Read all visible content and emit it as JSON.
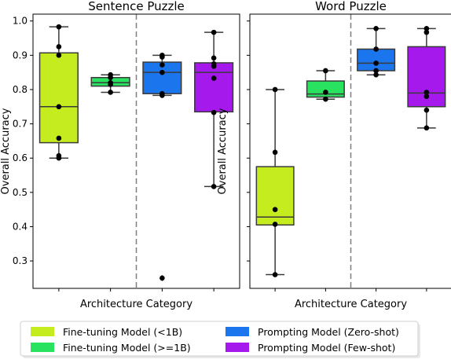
{
  "chart_data": [
    {
      "type": "box",
      "title": "Sentence Puzzle",
      "xlabel": "Architecture Category",
      "ylabel": "Overall Accuracy",
      "ylim": [
        0.22,
        1.02
      ],
      "yticks": [
        "0.3",
        "0.4",
        "0.5",
        "0.6",
        "0.7",
        "0.8",
        "0.9",
        "1.0"
      ],
      "divider_after_group": 2,
      "groups": [
        {
          "name": "Fine-tuning Model (<1B)",
          "color": "#c5ec1e",
          "q1": 0.645,
          "median": 0.75,
          "q3": 0.907,
          "whisker_low": 0.6,
          "whisker_high": 0.983,
          "outliers": [],
          "points": [
            0.983,
            0.925,
            0.9,
            0.75,
            0.658,
            0.607,
            0.6
          ]
        },
        {
          "name": "Fine-tuning Model (>=1B)",
          "color": "#29e25f",
          "q1": 0.81,
          "median": 0.82,
          "q3": 0.835,
          "whisker_low": 0.792,
          "whisker_high": 0.843,
          "outliers": [],
          "points": [
            0.843,
            0.835,
            0.82,
            0.815,
            0.792
          ]
        },
        {
          "name": "Prompting Model (Zero-shot)",
          "color": "#1b75ec",
          "q1": 0.788,
          "median": 0.85,
          "q3": 0.88,
          "whisker_low": 0.783,
          "whisker_high": 0.9,
          "outliers": [
            0.25
          ],
          "points": [
            0.9,
            0.895,
            0.872,
            0.85,
            0.788,
            0.783,
            0.25
          ]
        },
        {
          "name": "Prompting Model (Few-shot)",
          "color": "#a619ed",
          "q1": 0.735,
          "median": 0.85,
          "q3": 0.878,
          "whisker_low": 0.517,
          "whisker_high": 0.967,
          "outliers": [],
          "points": [
            0.967,
            0.892,
            0.875,
            0.868,
            0.833,
            0.733,
            0.517
          ]
        }
      ]
    },
    {
      "type": "box",
      "title": "Word Puzzle",
      "xlabel": "Architecture Category",
      "ylabel": "Overall Accuracy",
      "ylim": [
        0.22,
        1.02
      ],
      "yticks": [],
      "divider_after_group": 2,
      "groups": [
        {
          "name": "Fine-tuning Model (<1B)",
          "color": "#c5ec1e",
          "q1": 0.405,
          "median": 0.428,
          "q3": 0.575,
          "whisker_low": 0.26,
          "whisker_high": 0.8,
          "outliers": [],
          "points": [
            0.8,
            0.617,
            0.45,
            0.407,
            0.26
          ]
        },
        {
          "name": "Fine-tuning Model (>=1B)",
          "color": "#29e25f",
          "q1": 0.778,
          "median": 0.787,
          "q3": 0.825,
          "whisker_low": 0.772,
          "whisker_high": 0.855,
          "outliers": [],
          "points": [
            0.855,
            0.792,
            0.772
          ]
        },
        {
          "name": "Prompting Model (Zero-shot)",
          "color": "#1b75ec",
          "q1": 0.855,
          "median": 0.877,
          "q3": 0.918,
          "whisker_low": 0.843,
          "whisker_high": 0.978,
          "outliers": [],
          "points": [
            0.978,
            0.918,
            0.877,
            0.855,
            0.843
          ]
        },
        {
          "name": "Prompting Model (Few-shot)",
          "color": "#a619ed",
          "q1": 0.75,
          "median": 0.79,
          "q3": 0.925,
          "whisker_low": 0.688,
          "whisker_high": 0.978,
          "outliers": [],
          "points": [
            0.978,
            0.967,
            0.792,
            0.78,
            0.74,
            0.688
          ]
        }
      ]
    }
  ],
  "legend": {
    "placement": "bottom",
    "items": [
      {
        "label": "Fine-tuning Model (<1B)",
        "color": "#c5ec1e"
      },
      {
        "label": "Prompting Model (Zero-shot)",
        "color": "#1b75ec"
      },
      {
        "label": "Fine-tuning Model (>=1B)",
        "color": "#29e25f"
      },
      {
        "label": "Prompting Model (Few-shot)",
        "color": "#a619ed"
      }
    ]
  }
}
